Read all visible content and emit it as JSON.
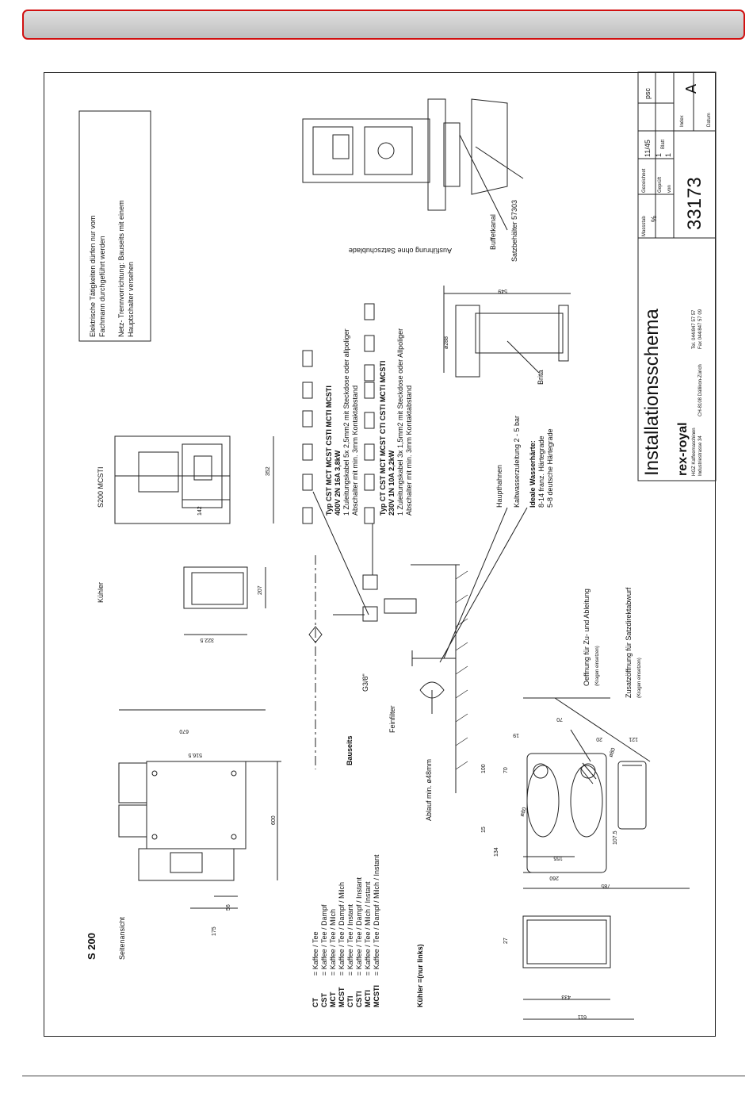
{
  "page": {
    "header_bar_color": "#d11111"
  },
  "notice": {
    "line1": "Elektrische Tätigkeiten dürfen nur vom",
    "line2": "Fachmann durchgeführt werden",
    "line3": "Netz- Trennvorrichtung: Bauseits mit einem",
    "line4": "Hauptschalter versehen"
  },
  "views": {
    "side_title": "S 200",
    "side_subtitle": "Seitenansicht",
    "cooler": "Kühler",
    "s200_mcsti": "S200 MCSTI",
    "without_drawer": "Ausführung ohne Satzschublade",
    "buffet_channel": "Buffetkanal",
    "container": "Satzbehälter 57303",
    "brita": "Brita"
  },
  "legend": {
    "items": [
      {
        "code": "CT",
        "desc": "= Kaffee / Tee"
      },
      {
        "code": "CST",
        "desc": "= Kaffee / Tee / Dampf"
      },
      {
        "code": "MCT",
        "desc": "= Kaffee / Tee / Milch"
      },
      {
        "code": "MCST",
        "desc": "= Kaffee / Tee / Dampf / Milch"
      },
      {
        "code": "CTI",
        "desc": "= Kaffee / Tee / Instant"
      },
      {
        "code": "CSTI",
        "desc": "= Kaffee / Tee / Dampf / Instant"
      },
      {
        "code": "MCTI",
        "desc": "= Kaffee / Tee / Milch / Instant"
      },
      {
        "code": "MCSTI",
        "desc": "= Kaffee / Tee / Dampf / Milch / Instant"
      }
    ],
    "cooler_note": "Kühler =(nur links)"
  },
  "install": {
    "bauseits": "Bauseits",
    "feinfilter": "Feinfilter",
    "ablauf": "Ablauf min. ø48mm",
    "g38": "G3/8\"",
    "haupthahnen": "Haupthahnen",
    "kaltwasser": "Kaltwasserzuleitung  2 - 5 bar",
    "ideale": "Ideale Wasserhärte:",
    "haerte1": "8-14 franz. Härtegrade",
    "haerte2": "5-8 deutsche Härtegrade",
    "oeffnung": "Oeffnung für Zu- und Ableitung",
    "zusatz": "Zusatzöffnung  für Satzdirektabwurf",
    "kragen": "(Kragen einsetzen)"
  },
  "power": {
    "block1": {
      "header": "Typ  CST   MCT   MCST   CSTI   MCTI   MCSTI",
      "spec": "400V  2N  16A   3,8kW",
      "cable": "1 Zuleitungskabel 5x 2,5mm2 mit Steckdose oder allpoliger",
      "switch": "Abschalter mit min. 3mm Kontaktabstand"
    },
    "block2": {
      "header": "Typ  CT   CST   MCT   MCST   CTI   CSTI   MCTI   MCSTI",
      "spec": "230V  1N   10A   2,2kW",
      "cable": "1 Zuleitungskabel 3x 1,5mm2 mit Steckdose oder Allpoliger",
      "switch": "Abschalter mit min. 3mm Kontaktabstand"
    }
  },
  "dimensions": {
    "d175": "175",
    "d56": "56",
    "d600": "600",
    "d516": "516.5",
    "d670": "670",
    "d3225": "322.5",
    "d207": "207",
    "d142": "142",
    "d352": "352",
    "d288": "ø288",
    "d549": "549",
    "d611": "611",
    "d433": "433",
    "d27": "27",
    "d785": "785",
    "d260": "260",
    "d155": "155",
    "d134": "134",
    "d15": "15",
    "d100": "100",
    "d70a": "70",
    "d19": "19",
    "d70b": "70",
    "d20": "20",
    "d121": "121",
    "d1075": "107.5",
    "d80a": "ø80",
    "d80b": "ø80"
  },
  "title_block": {
    "title": "Installationsschema",
    "brand": "rex-royal",
    "company": "HGZ Kaffeemaschinen",
    "street": "Industriestrasse 34",
    "city": "CH-8108 Dällikon-Zürich",
    "tel": "Tel. 044/847 57 57",
    "fax": "Fax 044/847 57 09",
    "doc_no": "33173",
    "massstab_label": "Massstab",
    "massstab_value": "%",
    "gezeichnet_label": "Gezeichnet",
    "gezeichnet_date": "11/45",
    "gezeichnet_by": "psc",
    "geprueft_label": "Geprüft",
    "blatt_label": "Blatt",
    "blatt_value": "1",
    "von_label": "von",
    "von_value": "1",
    "index_label": "Index",
    "index_value": "A",
    "datum_label": "Datum"
  }
}
